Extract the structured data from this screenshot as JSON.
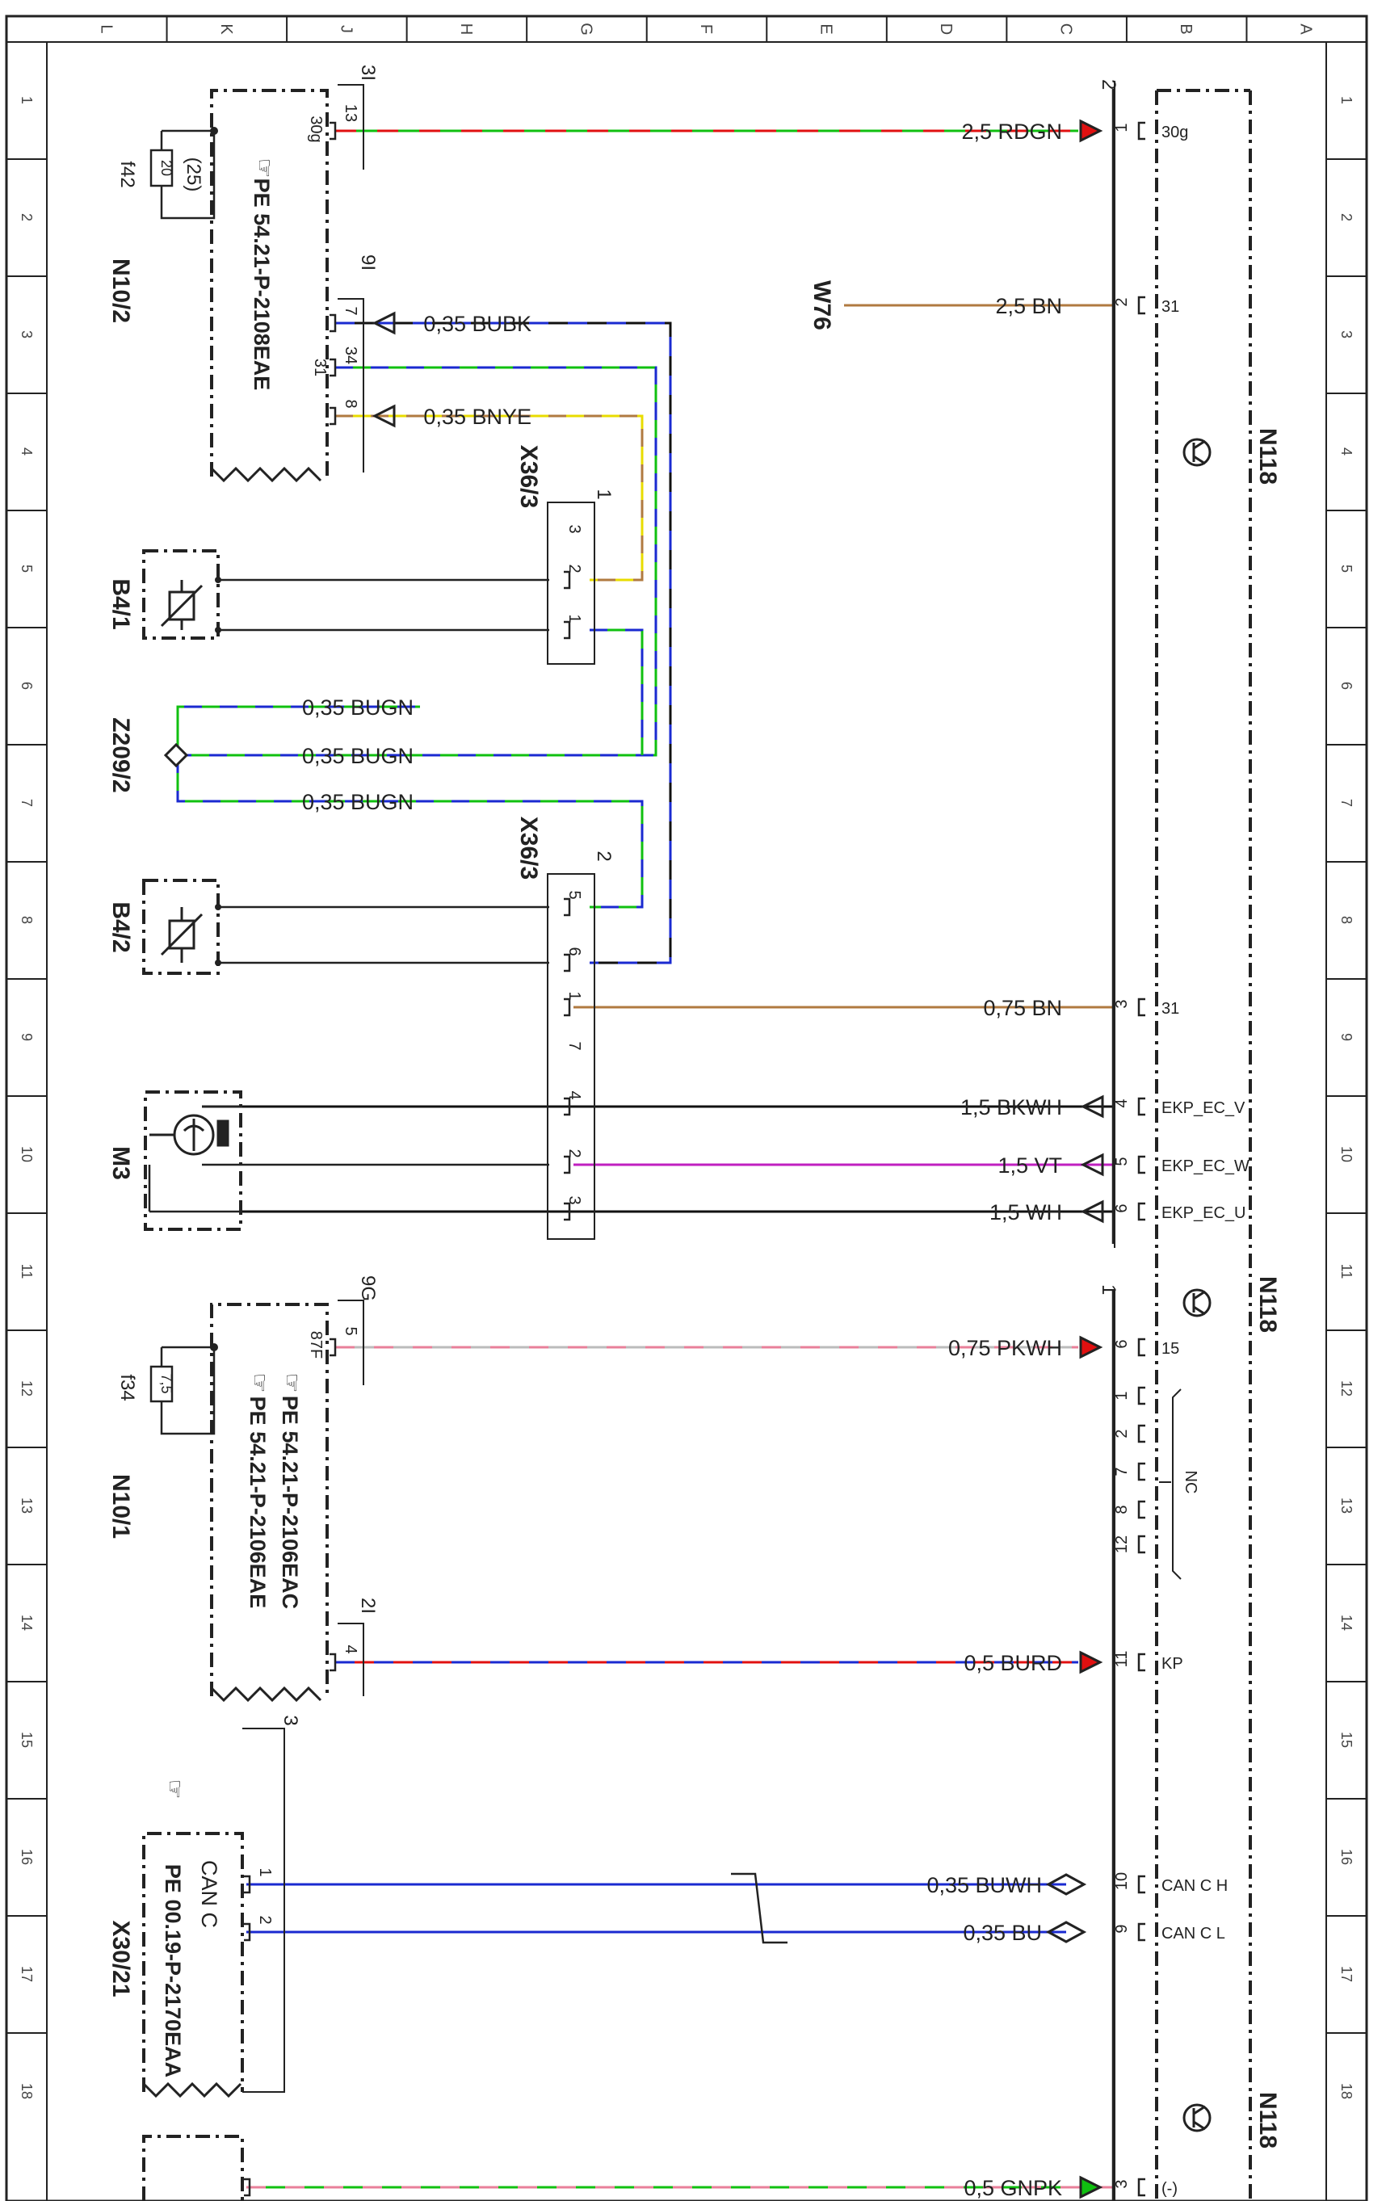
{
  "grid": {
    "columns": [
      "L",
      "K",
      "J",
      "H",
      "G",
      "F",
      "E",
      "D",
      "C",
      "B",
      "A"
    ],
    "rows": [
      "1",
      "2",
      "3",
      "4",
      "5",
      "6",
      "7",
      "8",
      "9",
      "10",
      "11",
      "12",
      "13",
      "14",
      "15",
      "16",
      "17",
      "18"
    ]
  },
  "components": {
    "n10_2": "N10/2",
    "n10_1": "N10/1",
    "b4_1": "B4/1",
    "b4_2": "B4/2",
    "z209_2": "Z209/2",
    "m3": "M3",
    "x30_21": "X30/21",
    "x36_3_top": "X36/3",
    "x36_3_bottom": "X36/3",
    "w76": "W76",
    "n118_top": "N118",
    "n118_mid": "N118",
    "n118_bottom": "N118"
  },
  "references": {
    "n10_2_ref": "PE 54.21-P-2108EAE",
    "n10_1_ref_1": "PE 54.21-P-2106EAC",
    "n10_1_ref_2": "PE 54.21-P-2106EAE",
    "x30_21_ref": "PE 00.19-P-2170EAA",
    "can_c": "CAN C"
  },
  "fuses": {
    "f42_name": "f42",
    "f42_value": "20",
    "f42_alt": "(25)",
    "f34_name": "f34",
    "f34_value": "7,5"
  },
  "connector_labels": {
    "n10_2_group1": "3I",
    "n10_2_group2": "9I",
    "n10_1_group1": "9G",
    "n10_1_group2": "2I",
    "x30_group": "3",
    "n118_group1": "2",
    "n118_group2": "1",
    "x36_top_group": "1",
    "x36_bottom_group": "2"
  },
  "pin_text": {
    "n10_2_pin13": "13",
    "n10_2_pin30g": "30g",
    "n10_2_pin7": "7",
    "n10_2_pin34": "34",
    "n10_2_pin31": "31",
    "n10_2_pin8": "8",
    "n10_1_pin5": "5",
    "n10_1_pin87f": "87F",
    "n10_1_pin4": "4",
    "x30_pin1": "1",
    "x30_pin2": "2",
    "x36t_pin3": "3",
    "x36t_pin2": "2",
    "x36t_pin1": "1",
    "x36b_pin5": "5",
    "x36b_pin6": "6",
    "x36b_pin1": "1",
    "x36b_pin7": "7",
    "x36b_pin4": "4",
    "x36b_pin2": "2",
    "x36b_pin3": "3",
    "n118_nc_pins": [
      "1",
      "2",
      "7",
      "8",
      "12"
    ],
    "nc": "NC"
  },
  "wires": [
    {
      "id": "w-30g",
      "spec": "2,5 RDGN",
      "pin": "1",
      "term": "30g",
      "colors": [
        "#e01010",
        "#10c010"
      ]
    },
    {
      "id": "w-31-w76",
      "spec": "2,5 BN",
      "pin": "2",
      "term": "31",
      "colors": [
        "#b07a40"
      ]
    },
    {
      "id": "w-bubk",
      "spec": "0,35 BUBK",
      "colors": [
        "#1a2ad0",
        "#111111"
      ]
    },
    {
      "id": "w-bnye",
      "spec": "0,35 BNYE",
      "colors": [
        "#e8dc00",
        "#b07a40"
      ]
    },
    {
      "id": "w-bugn-1",
      "spec": "0,35 BUGN",
      "colors": [
        "#1a2ad0",
        "#10c010"
      ]
    },
    {
      "id": "w-bugn-2",
      "spec": "0,35 BUGN",
      "colors": [
        "#1a2ad0",
        "#10c010"
      ]
    },
    {
      "id": "w-bugn-3",
      "spec": "0,35 BUGN",
      "colors": [
        "#1a2ad0",
        "#10c010"
      ]
    },
    {
      "id": "w-31-x36",
      "spec": "0,75 BN",
      "pin": "3",
      "term": "31",
      "colors": [
        "#b07a40"
      ]
    },
    {
      "id": "w-ekp-v",
      "spec": "1,5 BKWH",
      "pin": "4",
      "term": "EKP_EC_V",
      "colors": [
        "#111111"
      ]
    },
    {
      "id": "w-ekp-w",
      "spec": "1,5 VT",
      "pin": "5",
      "term": "EKP_EC_W",
      "colors": [
        "#c020c0"
      ]
    },
    {
      "id": "w-ekp-u",
      "spec": "1,5 WH",
      "pin": "6",
      "term": "EKP_EC_U",
      "colors": [
        "#111111"
      ]
    },
    {
      "id": "w-15",
      "spec": "0,75 PKWH",
      "pin": "6",
      "term": "15",
      "colors": [
        "#e8809a",
        "#bbbbbb"
      ]
    },
    {
      "id": "w-kp",
      "spec": "0,5 BURD",
      "pin": "11",
      "term": "KP",
      "colors": [
        "#1a2ad0",
        "#e01010"
      ]
    },
    {
      "id": "w-can-h",
      "spec": "0,35 BUWH",
      "pin": "10",
      "term": "CAN C H",
      "colors": [
        "#1a2ad0"
      ]
    },
    {
      "id": "w-can-l",
      "spec": "0,35 BU",
      "pin": "9",
      "term": "CAN C L",
      "colors": [
        "#1a2ad0"
      ]
    },
    {
      "id": "w-gnd",
      "spec": "0,5 GNPK",
      "pin": "3",
      "term": "(-)",
      "colors": [
        "#10c010",
        "#e8809a"
      ]
    }
  ]
}
